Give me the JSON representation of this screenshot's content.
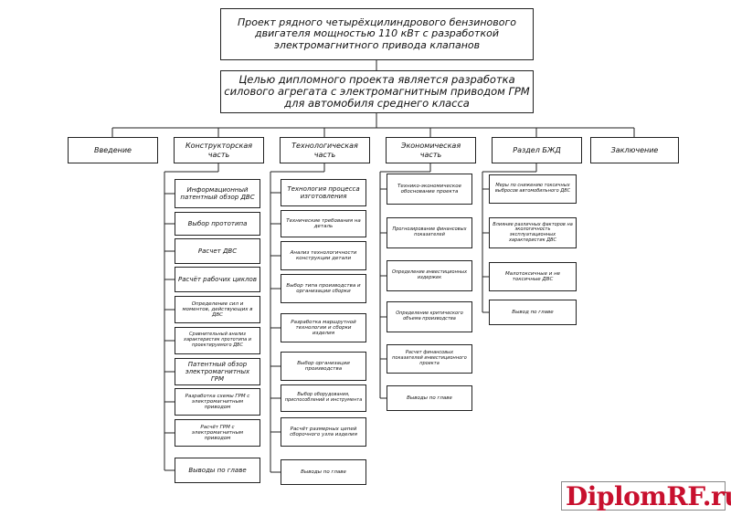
{
  "title": "Проект рядного четырёхцилиндрового бензинового двигателя мощностью 110 кВт с разработкой электромагнитного привода клапанов",
  "goal": "Целью дипломного проекта является разработка силового агрегата с электромагнитным приводом ГРМ для автомобиля среднего класса",
  "sections": [
    {
      "label": "Введение",
      "items": []
    },
    {
      "label": "Конструкторская часть",
      "items": [
        "Информационный патентный обзор ДВС",
        "Выбор прототипа",
        "Расчет ДВС",
        "Расчёт рабочих циклов",
        "Определение сил и моментов, действующих в ДВС",
        "Сравнительный анализ характеристик прототипа и проектируемого ДВС",
        "Патентный обзор электромагнитных ГРМ",
        "Разработка схемы ГРМ с электромагнитным приводом",
        "Расчёт ГРМ с электромагнитным приводом",
        "Выводы по главе"
      ]
    },
    {
      "label": "Технологическая часть",
      "items": [
        "Технология процесса изготовления",
        "Технические требования на деталь",
        "Анализ технологичности конструкции детали",
        "Выбор типа производства и организации сборки",
        "Разработка маршрутной технологии и сборки изделия",
        "Выбор организации производства",
        "Выбор оборудования, приспособлений и инструмента",
        "Расчёт размерных цепей сборочного узла изделия",
        "Выводы по главе"
      ]
    },
    {
      "label": "Экономическая часть",
      "items": [
        "Технико-экономическое обоснование проекта",
        "Прогнозирование финансовых показателей",
        "Определение инвестиционных издержек",
        "Определение критического объема производства",
        "Расчет финансовых показателей инвестиционного проекта",
        "Выводы по главе"
      ]
    },
    {
      "label": "Раздел БЖД",
      "items": [
        "Меры по снижению токсичных выбросов автомобильного ДВС",
        "Влияние различных факторов на экологичность эксплуатационных характеристик ДВС",
        "Малотоксичные и не токсичные ДВС",
        "Вывод по главе"
      ]
    },
    {
      "label": "Заключение",
      "items": []
    }
  ],
  "watermark": "DiplomRF.ru",
  "colors": {
    "line": "#222222",
    "watermark": "#c8102e",
    "background": "#ffffff"
  }
}
